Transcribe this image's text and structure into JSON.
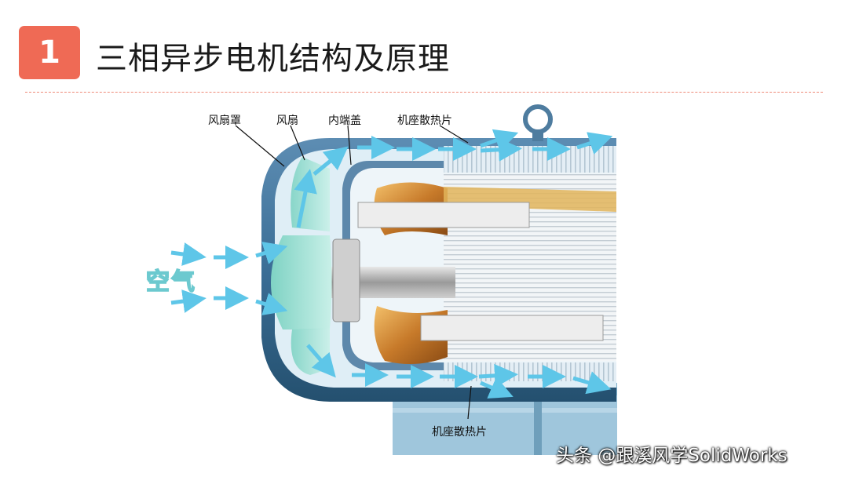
{
  "header": {
    "section_number": "1",
    "title": "三相异步电机结构及原理",
    "accent_color": "#ef6a55"
  },
  "diagram": {
    "labels": {
      "fan_cover": "风扇罩",
      "fan": "风扇",
      "inner_end_cap": "内端盖",
      "frame_fins_top": "机座散热片",
      "frame_fins_bottom": "机座散热片",
      "air": "空气"
    },
    "airflow_color": "#5ec6e8"
  },
  "watermark": "头条 @跟溪风学SolidWorks"
}
